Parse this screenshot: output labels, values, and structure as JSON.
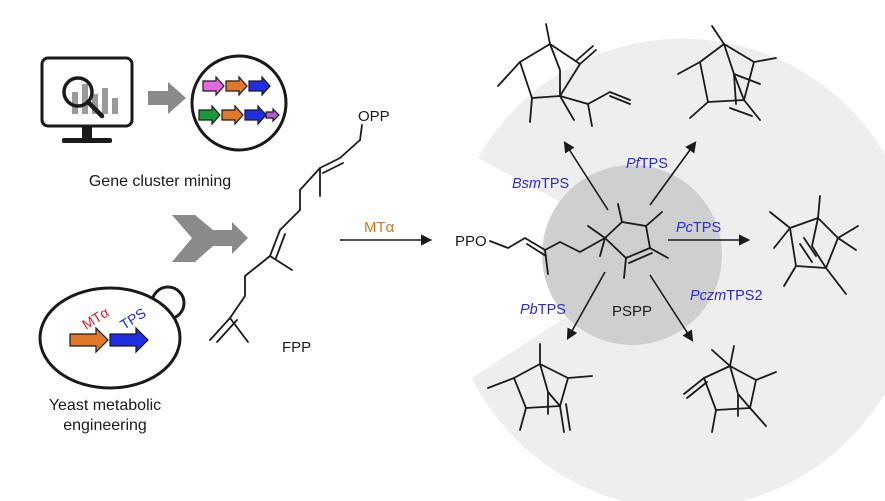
{
  "figure": {
    "left_panel": {
      "gene_cluster_caption": "Gene cluster mining",
      "yeast_caption_line1": "Yeast metabolic",
      "yeast_caption_line2": "engineering",
      "gene_label_mt": "MTα",
      "gene_label_tps": "TPS"
    },
    "center": {
      "opp_label": "OPP",
      "fpp_label": "FPP",
      "mt_arrow_label": "MTα",
      "ppo_label": "PPO",
      "pspp_label": "PSPP"
    },
    "enzymes": [
      {
        "italic": "Bsm",
        "suffix": "TPS"
      },
      {
        "italic": "Pf",
        "suffix": "TPS"
      },
      {
        "italic": "Pc",
        "suffix": "TPS"
      },
      {
        "italic": "Pb",
        "suffix": "TPS"
      },
      {
        "italic": "Pczm",
        "suffix": "TPS2"
      }
    ],
    "colors": {
      "enzyme_text": "#2a2ad8",
      "mt_text": "#d8732a",
      "gene_orange": "#e0782a",
      "gene_blue": "#1f2ee0",
      "gene_magenta": "#e06be0",
      "gene_green": "#1a9a3a",
      "gene_purple": "#b05ad8",
      "background_circle": "#eeeeee",
      "inner_circle": "#cfcfcf",
      "grey_arrow": "#8a8a8a"
    },
    "icons": [
      "monitor-icon",
      "magnifier-icon",
      "gene-cluster-icon",
      "yeast-cell-icon",
      "merge-arrow-icon"
    ]
  }
}
